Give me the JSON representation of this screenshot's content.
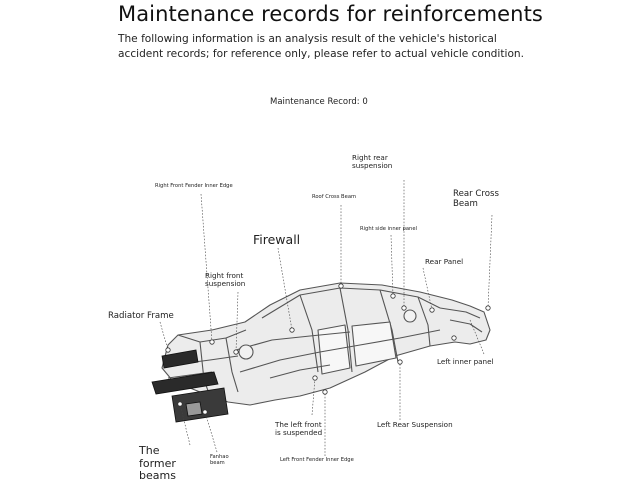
{
  "header": {
    "title": "Maintenance records for reinforcements",
    "description": "The following information is an analysis result of the vehicle's historical accident records; for reference only, please refer to actual vehicle condition."
  },
  "record": {
    "text": "Maintenance Record: 0"
  },
  "diagram": {
    "labels": {
      "right_front_fender_inner_edge": "Right Front Fender Inner Edge",
      "roof_cross_beam": "Roof Cross Beam",
      "right_rear_suspension": "Right rear suspension",
      "rear_cross_beam": "Rear Cross Beam",
      "firewall": "Firewall",
      "right_side_inner_panel": "Right side inner panel",
      "rear_panel": "Rear Panel",
      "right_front_suspension": "Right front suspension",
      "radiator_frame": "Radiator Frame",
      "left_inner_panel": "Left inner panel",
      "the_left_front_is_suspended": "The left front is suspended",
      "left_rear_suspension": "Left Rear Suspension",
      "the_former_beams": "The former beams",
      "fanghao_beam": "Fanhao beam",
      "left_front_fender_inner_edge": "Left Front Fender Inner Edge"
    }
  }
}
